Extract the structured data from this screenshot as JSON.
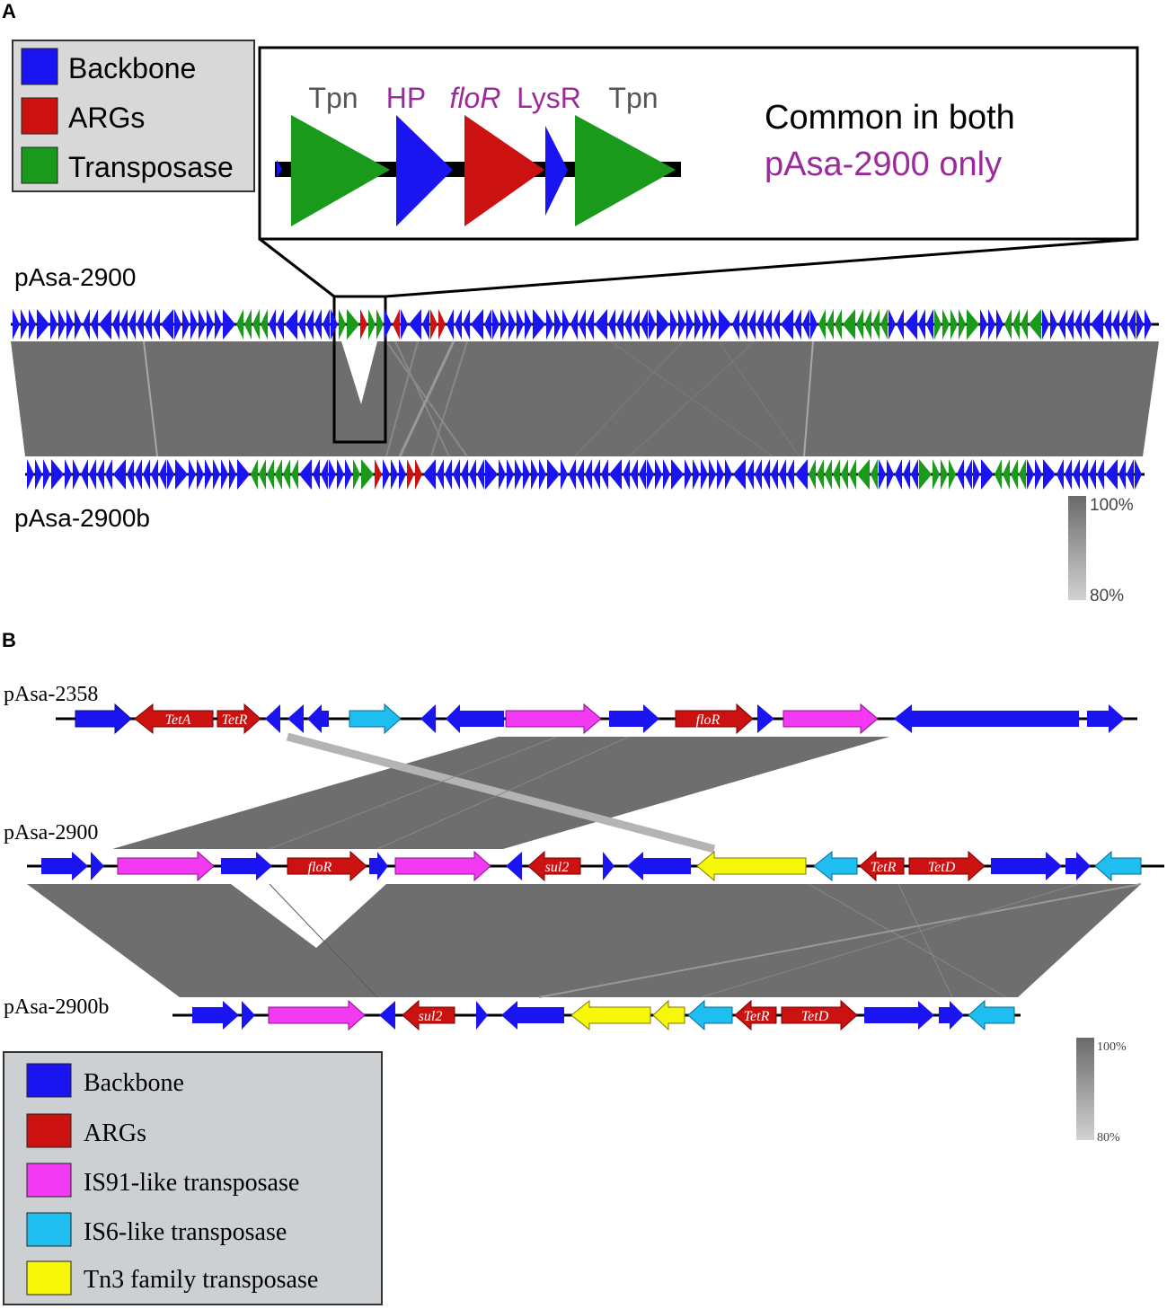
{
  "colors": {
    "backbone": "#1a14f0",
    "args": "#cc1111",
    "transposase_green": "#1a9a1a",
    "is91": "#f23af2",
    "is6": "#1fbef0",
    "tn3": "#f7f70a",
    "similarity": "#6e6e6e",
    "panel_bg": "#d8d8d8",
    "purple_text": "#9b2a9b",
    "gray_text": "#555555"
  },
  "panel_a": {
    "label": "A",
    "legend": [
      {
        "label": "Backbone",
        "color_key": "backbone"
      },
      {
        "label": "ARGs",
        "color_key": "args"
      },
      {
        "label": "Transposase",
        "color_key": "transposase_green"
      }
    ],
    "inset": {
      "genes": [
        {
          "label": "Tpn",
          "style": "gray"
        },
        {
          "label": "HP",
          "style": "purple"
        },
        {
          "label": "floR",
          "style": "purple-italic"
        },
        {
          "label": "LysR",
          "style": "purple"
        },
        {
          "label": "Tpn",
          "style": "gray"
        }
      ],
      "note_common": "Common in both",
      "note_only": "pAsa-2900 only"
    },
    "plasmid_top": "pAsa-2900",
    "plasmid_bottom": "pAsa-2900b",
    "scale": {
      "max": "100%",
      "min": "80%"
    }
  },
  "panel_b": {
    "label": "B",
    "plasmid_1": "pAsa-2358",
    "plasmid_2": "pAsa-2900",
    "plasmid_3": "pAsa-2900b",
    "gene_labels": {
      "tetA": "TetA",
      "tetR": "TetR",
      "floR": "floR",
      "sul2": "sul2",
      "tetD": "TetD"
    },
    "scale": {
      "max": "100%",
      "min": "80%"
    },
    "legend": [
      {
        "label": "Backbone",
        "color_key": "backbone"
      },
      {
        "label": "ARGs",
        "color_key": "args"
      },
      {
        "label": "IS91-like transposase",
        "color_key": "is91"
      },
      {
        "label": "IS6-like transposase",
        "color_key": "is6"
      },
      {
        "label": "Tn3 family transposase",
        "color_key": "tn3"
      }
    ]
  }
}
